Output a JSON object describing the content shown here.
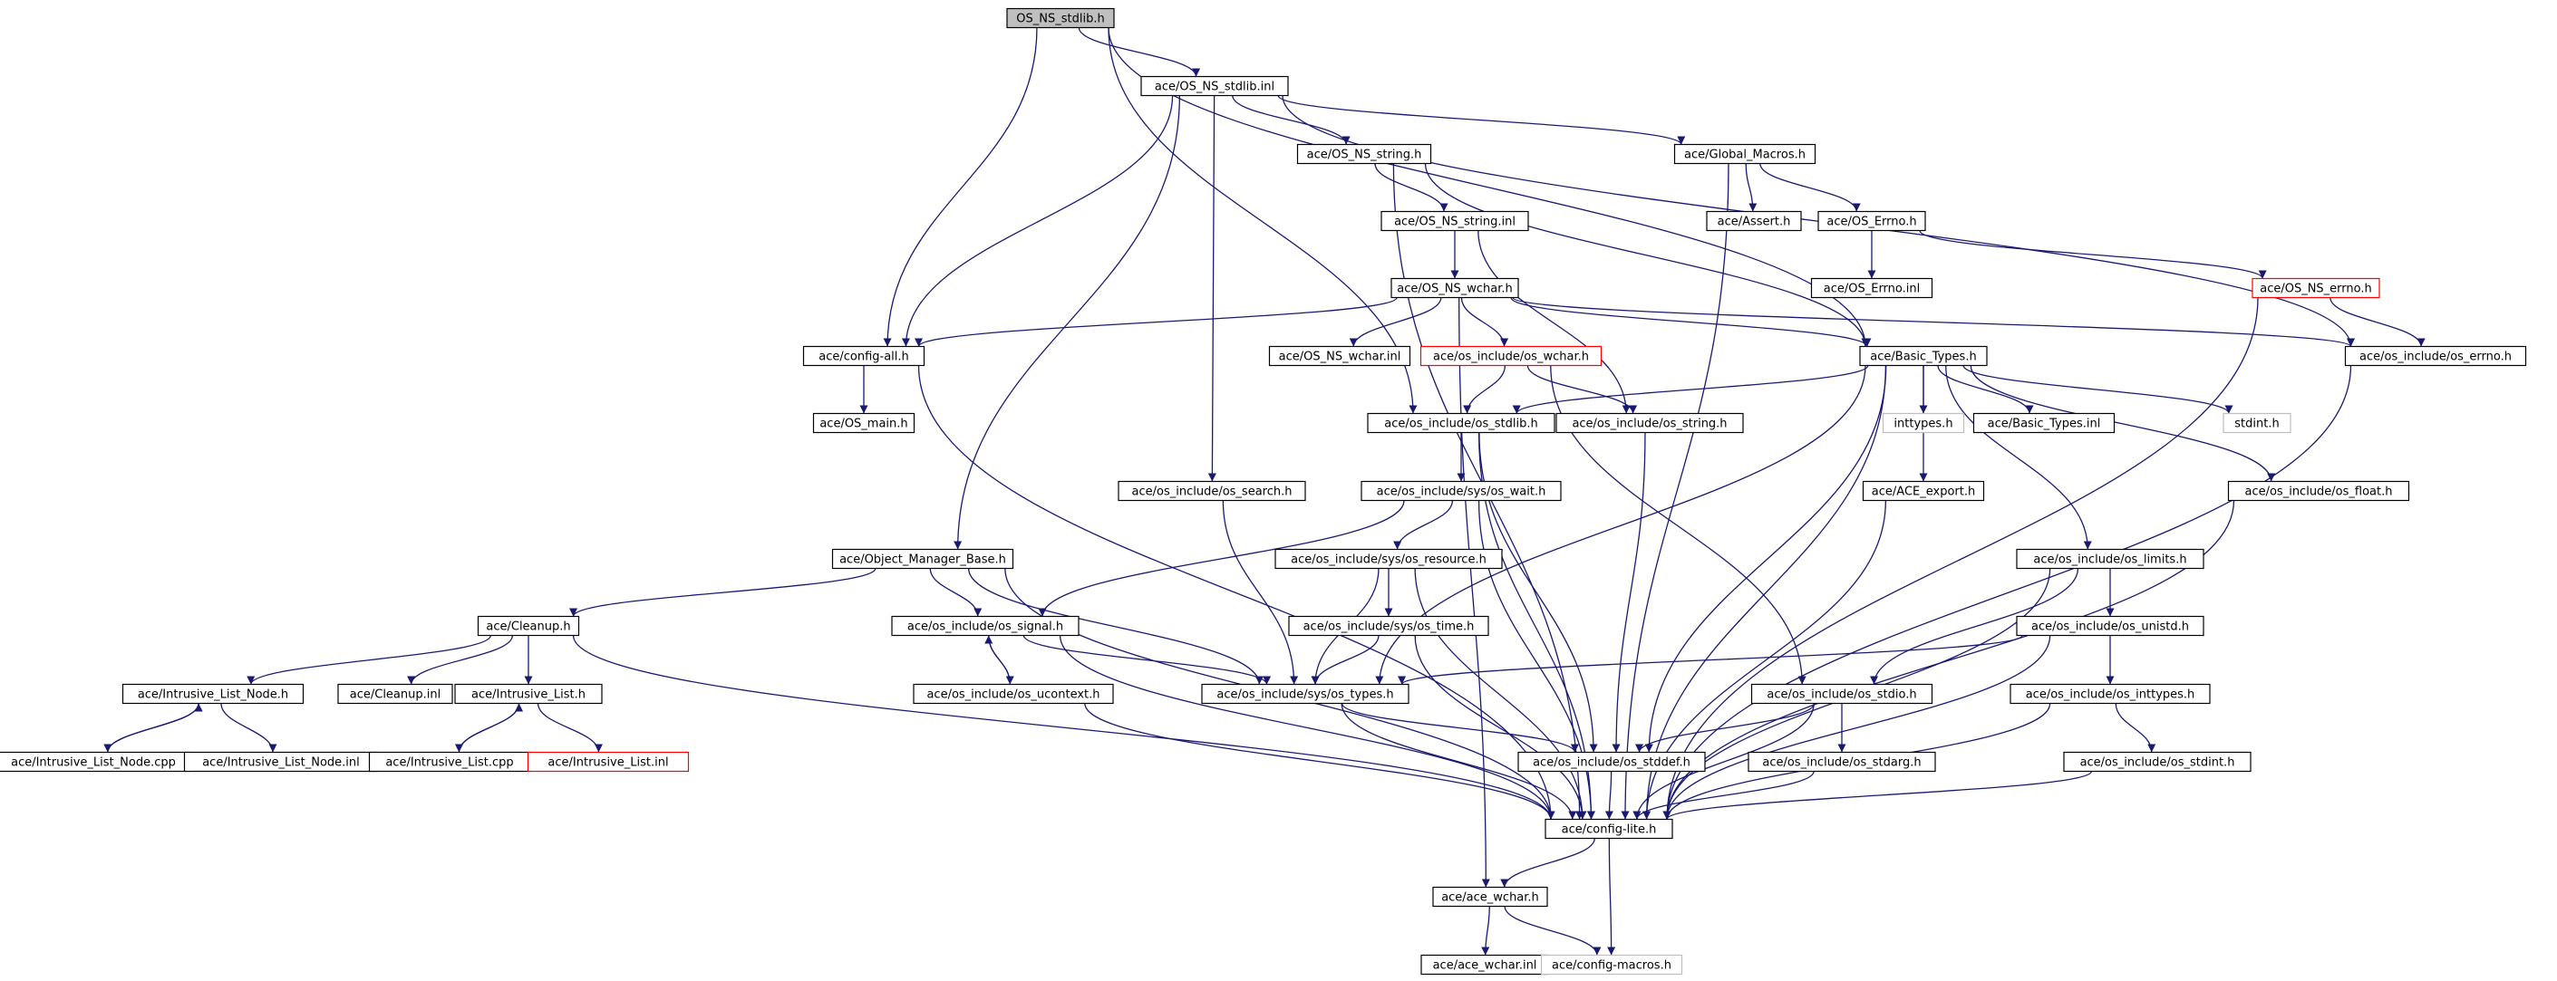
{
  "graph": {
    "edge_color": "#191970",
    "node_styles": {
      "root": {
        "fill": "#bfbfbf",
        "stroke": "#000000",
        "text": "#000000"
      },
      "normal": {
        "fill": "#ffffff",
        "stroke": "#000000",
        "text": "#000000"
      },
      "truncated": {
        "fill": "#ffffff",
        "stroke": "#ff0000",
        "text": "#000000"
      },
      "external": {
        "fill": "#ffffff",
        "stroke": "#bfbfbf",
        "text": "#000000"
      }
    },
    "nodes": [
      {
        "id": "root",
        "label": "OS_NS_stdlib.h",
        "style": "root"
      },
      {
        "id": "stdlib_inl",
        "label": "ace/OS_NS_stdlib.inl",
        "style": "normal"
      },
      {
        "id": "ns_string_h",
        "label": "ace/OS_NS_string.h",
        "style": "normal"
      },
      {
        "id": "global_macros",
        "label": "ace/Global_Macros.h",
        "style": "normal"
      },
      {
        "id": "ns_string_inl",
        "label": "ace/OS_NS_string.inl",
        "style": "normal"
      },
      {
        "id": "assert_h",
        "label": "ace/Assert.h",
        "style": "normal"
      },
      {
        "id": "os_errno_h",
        "label": "ace/OS_Errno.h",
        "style": "normal"
      },
      {
        "id": "ns_wchar_h",
        "label": "ace/OS_NS_wchar.h",
        "style": "normal"
      },
      {
        "id": "os_errno_inl",
        "label": "ace/OS_Errno.inl",
        "style": "normal"
      },
      {
        "id": "ns_errno_h",
        "label": "ace/OS_NS_errno.h",
        "style": "truncated"
      },
      {
        "id": "config_all",
        "label": "ace/config-all.h",
        "style": "normal"
      },
      {
        "id": "ns_wchar_inl",
        "label": "ace/OS_NS_wchar.inl",
        "style": "normal"
      },
      {
        "id": "osi_wchar",
        "label": "ace/os_include/os_wchar.h",
        "style": "truncated"
      },
      {
        "id": "basic_types",
        "label": "ace/Basic_Types.h",
        "style": "normal"
      },
      {
        "id": "osi_errno",
        "label": "ace/os_include/os_errno.h",
        "style": "normal"
      },
      {
        "id": "os_main",
        "label": "ace/OS_main.h",
        "style": "normal"
      },
      {
        "id": "osi_stdlib",
        "label": "ace/os_include/os_stdlib.h",
        "style": "normal"
      },
      {
        "id": "osi_string",
        "label": "ace/os_include/os_string.h",
        "style": "normal"
      },
      {
        "id": "inttypes_h",
        "label": "inttypes.h",
        "style": "external"
      },
      {
        "id": "basic_types_inl",
        "label": "ace/Basic_Types.inl",
        "style": "normal"
      },
      {
        "id": "stdint_h",
        "label": "stdint.h",
        "style": "external"
      },
      {
        "id": "osi_search",
        "label": "ace/os_include/os_search.h",
        "style": "normal"
      },
      {
        "id": "osi_wait",
        "label": "ace/os_include/sys/os_wait.h",
        "style": "normal"
      },
      {
        "id": "ace_export",
        "label": "ace/ACE_export.h",
        "style": "normal"
      },
      {
        "id": "osi_float",
        "label": "ace/os_include/os_float.h",
        "style": "normal"
      },
      {
        "id": "obj_mgr",
        "label": "ace/Object_Manager_Base.h",
        "style": "normal"
      },
      {
        "id": "osi_resource",
        "label": "ace/os_include/sys/os_resource.h",
        "style": "normal"
      },
      {
        "id": "osi_limits",
        "label": "ace/os_include/os_limits.h",
        "style": "normal"
      },
      {
        "id": "cleanup_h",
        "label": "ace/Cleanup.h",
        "style": "normal"
      },
      {
        "id": "osi_signal",
        "label": "ace/os_include/os_signal.h",
        "style": "normal"
      },
      {
        "id": "osi_time",
        "label": "ace/os_include/sys/os_time.h",
        "style": "normal"
      },
      {
        "id": "osi_unistd",
        "label": "ace/os_include/os_unistd.h",
        "style": "normal"
      },
      {
        "id": "ilist_node_h",
        "label": "ace/Intrusive_List_Node.h",
        "style": "normal"
      },
      {
        "id": "cleanup_inl",
        "label": "ace/Cleanup.inl",
        "style": "normal"
      },
      {
        "id": "ilist_h",
        "label": "ace/Intrusive_List.h",
        "style": "normal"
      },
      {
        "id": "osi_ucontext",
        "label": "ace/os_include/os_ucontext.h",
        "style": "normal"
      },
      {
        "id": "osi_types",
        "label": "ace/os_include/sys/os_types.h",
        "style": "normal"
      },
      {
        "id": "osi_stdio",
        "label": "ace/os_include/os_stdio.h",
        "style": "normal"
      },
      {
        "id": "osi_inttypes",
        "label": "ace/os_include/os_inttypes.h",
        "style": "normal"
      },
      {
        "id": "ilist_node_cpp",
        "label": "ace/Intrusive_List_Node.cpp",
        "style": "normal"
      },
      {
        "id": "ilist_node_inl",
        "label": "ace/Intrusive_List_Node.inl",
        "style": "normal"
      },
      {
        "id": "ilist_cpp",
        "label": "ace/Intrusive_List.cpp",
        "style": "normal"
      },
      {
        "id": "ilist_inl",
        "label": "ace/Intrusive_List.inl",
        "style": "truncated"
      },
      {
        "id": "osi_stddef",
        "label": "ace/os_include/os_stddef.h",
        "style": "normal"
      },
      {
        "id": "osi_stdarg",
        "label": "ace/os_include/os_stdarg.h",
        "style": "normal"
      },
      {
        "id": "osi_stdint",
        "label": "ace/os_include/os_stdint.h",
        "style": "normal"
      },
      {
        "id": "config_lite",
        "label": "ace/config-lite.h",
        "style": "normal"
      },
      {
        "id": "ace_wchar_h",
        "label": "ace/ace_wchar.h",
        "style": "normal"
      },
      {
        "id": "ace_wchar_inl",
        "label": "ace/ace_wchar.inl",
        "style": "normal"
      },
      {
        "id": "config_macros",
        "label": "ace/config-macros.h",
        "style": "external"
      }
    ],
    "edges": [
      [
        "root",
        "stdlib_inl"
      ],
      [
        "root",
        "config_all"
      ],
      [
        "root",
        "osi_stdlib"
      ],
      [
        "root",
        "basic_types"
      ],
      [
        "stdlib_inl",
        "ns_string_h"
      ],
      [
        "stdlib_inl",
        "global_macros"
      ],
      [
        "stdlib_inl",
        "config_all"
      ],
      [
        "stdlib_inl",
        "osi_search"
      ],
      [
        "stdlib_inl",
        "obj_mgr"
      ],
      [
        "stdlib_inl",
        "osi_errno"
      ],
      [
        "ns_string_h",
        "ns_string_inl"
      ],
      [
        "ns_string_h",
        "basic_types"
      ],
      [
        "ns_string_h",
        "config_lite"
      ],
      [
        "global_macros",
        "assert_h"
      ],
      [
        "global_macros",
        "os_errno_h"
      ],
      [
        "global_macros",
        "config_lite"
      ],
      [
        "ns_string_inl",
        "ns_wchar_h"
      ],
      [
        "ns_string_inl",
        "osi_string"
      ],
      [
        "os_errno_h",
        "os_errno_inl"
      ],
      [
        "os_errno_h",
        "ns_errno_h"
      ],
      [
        "ns_errno_h",
        "osi_errno"
      ],
      [
        "ns_errno_h",
        "config_lite"
      ],
      [
        "ns_wchar_h",
        "config_all"
      ],
      [
        "ns_wchar_h",
        "ns_wchar_inl"
      ],
      [
        "ns_wchar_h",
        "osi_wchar"
      ],
      [
        "ns_wchar_h",
        "basic_types"
      ],
      [
        "ns_wchar_h",
        "osi_errno"
      ],
      [
        "ns_wchar_h",
        "ace_wchar_h"
      ],
      [
        "config_all",
        "os_main"
      ],
      [
        "config_all",
        "config_lite"
      ],
      [
        "osi_wchar",
        "osi_stdlib"
      ],
      [
        "osi_wchar",
        "osi_string"
      ],
      [
        "osi_wchar",
        "osi_stdio"
      ],
      [
        "basic_types",
        "osi_stdlib"
      ],
      [
        "basic_types",
        "inttypes_h"
      ],
      [
        "basic_types",
        "basic_types_inl"
      ],
      [
        "basic_types",
        "stdint_h"
      ],
      [
        "basic_types",
        "ace_export"
      ],
      [
        "basic_types",
        "osi_float"
      ],
      [
        "basic_types",
        "osi_limits"
      ],
      [
        "basic_types",
        "osi_types"
      ],
      [
        "basic_types",
        "osi_stddef"
      ],
      [
        "basic_types",
        "config_lite"
      ],
      [
        "osi_errno",
        "config_lite"
      ],
      [
        "osi_stdlib",
        "osi_wait"
      ],
      [
        "osi_stdlib",
        "osi_stddef"
      ],
      [
        "osi_stdlib",
        "config_lite"
      ],
      [
        "osi_string",
        "osi_stddef"
      ],
      [
        "osi_search",
        "osi_types"
      ],
      [
        "osi_wait",
        "osi_resource"
      ],
      [
        "osi_wait",
        "osi_signal"
      ],
      [
        "osi_wait",
        "config_lite"
      ],
      [
        "ace_export",
        "config_lite"
      ],
      [
        "osi_float",
        "config_lite"
      ],
      [
        "obj_mgr",
        "cleanup_h"
      ],
      [
        "obj_mgr",
        "osi_signal"
      ],
      [
        "obj_mgr",
        "osi_types"
      ],
      [
        "obj_mgr",
        "config_lite"
      ],
      [
        "osi_resource",
        "osi_time"
      ],
      [
        "osi_resource",
        "osi_types"
      ],
      [
        "osi_resource",
        "config_lite"
      ],
      [
        "osi_limits",
        "osi_unistd"
      ],
      [
        "osi_limits",
        "osi_stdio"
      ],
      [
        "osi_limits",
        "config_lite"
      ],
      [
        "cleanup_h",
        "ilist_node_h"
      ],
      [
        "cleanup_h",
        "cleanup_inl"
      ],
      [
        "cleanup_h",
        "ilist_h"
      ],
      [
        "cleanup_h",
        "config_lite"
      ],
      [
        "osi_signal",
        "osi_ucontext"
      ],
      [
        "osi_signal",
        "osi_types"
      ],
      [
        "osi_signal",
        "config_lite"
      ],
      [
        "osi_time",
        "osi_types"
      ],
      [
        "osi_time",
        "config_lite"
      ],
      [
        "osi_unistd",
        "osi_types"
      ],
      [
        "osi_unistd",
        "osi_inttypes"
      ],
      [
        "osi_unistd",
        "config_lite"
      ],
      [
        "ilist_node_h",
        "ilist_node_cpp"
      ],
      [
        "ilist_node_h",
        "ilist_node_inl"
      ],
      [
        "ilist_h",
        "ilist_cpp"
      ],
      [
        "ilist_h",
        "ilist_inl"
      ],
      [
        "osi_ucontext",
        "osi_signal"
      ],
      [
        "osi_ucontext",
        "config_lite"
      ],
      [
        "osi_types",
        "osi_stddef"
      ],
      [
        "osi_types",
        "config_lite"
      ],
      [
        "osi_stdio",
        "osi_stddef"
      ],
      [
        "osi_stdio",
        "osi_stdarg"
      ],
      [
        "osi_stdio",
        "config_lite"
      ],
      [
        "osi_inttypes",
        "osi_stdint"
      ],
      [
        "osi_inttypes",
        "config_lite"
      ],
      [
        "ilist_node_cpp",
        "ilist_node_h"
      ],
      [
        "ilist_cpp",
        "ilist_h"
      ],
      [
        "osi_stddef",
        "config_lite"
      ],
      [
        "osi_stdarg",
        "config_lite"
      ],
      [
        "osi_stdint",
        "config_lite"
      ],
      [
        "config_lite",
        "ace_wchar_h"
      ],
      [
        "config_lite",
        "config_macros"
      ],
      [
        "ace_wchar_h",
        "ace_wchar_inl"
      ],
      [
        "ace_wchar_h",
        "config_macros"
      ]
    ]
  }
}
